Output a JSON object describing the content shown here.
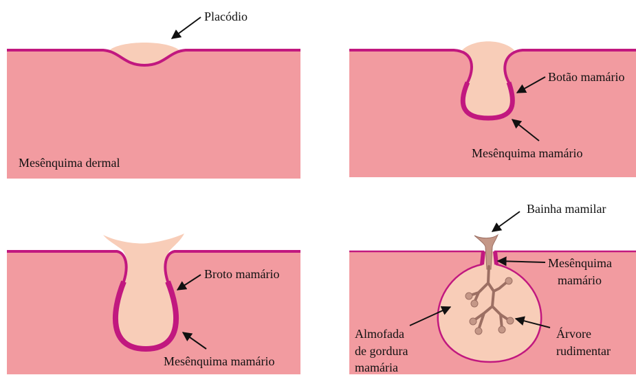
{
  "colors": {
    "dermis": "#F29BA0",
    "border": "#C1187F",
    "bud": "#F8CDB8",
    "tree": "#C49787",
    "tree_stroke": "#9C6F63",
    "text": "#111111",
    "arrow": "#111111"
  },
  "panels": {
    "placode": {
      "label": "Placódio",
      "dermis_label": "Mesênquima dermal"
    },
    "bud": {
      "bud_label": "Botão mamário",
      "mesenchyme_label": "Mesênquima mamário"
    },
    "sprout": {
      "sprout_label": "Broto mamário",
      "mesenchyme_label": "Mesênquima mamário"
    },
    "tree": {
      "sheath_label": "Bainha mamilar",
      "mesenchyme_line1": "Mesênquima",
      "mesenchyme_line2": "mamário",
      "fatpad_line1": "Almofada",
      "fatpad_line2": "de gordura",
      "fatpad_line3": "mamária",
      "tree_line1": "Árvore",
      "tree_line2": "rudimentar"
    }
  }
}
